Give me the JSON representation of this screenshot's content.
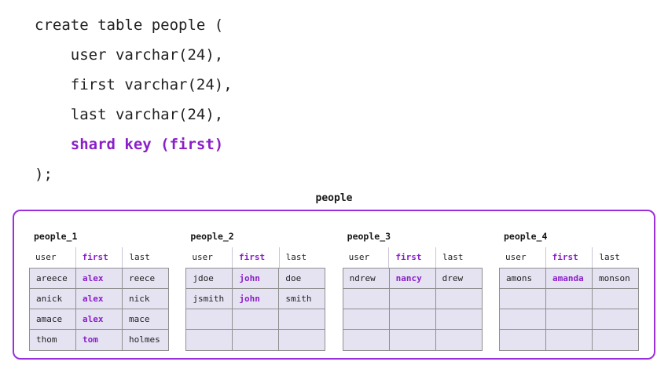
{
  "colors": {
    "accent": "#8a1fc8",
    "container_border": "#9b2fdc",
    "cell_fill": "#e5e3f2",
    "cell_border": "#8f8f8f",
    "header_divider": "#c9c6d8",
    "text": "#212121"
  },
  "code": {
    "lines": [
      {
        "text": "create table people (",
        "highlight": false
      },
      {
        "text": "    user varchar(24),",
        "highlight": false
      },
      {
        "text": "    first varchar(24),",
        "highlight": false
      },
      {
        "text": "    last varchar(24),",
        "highlight": false
      },
      {
        "text": "    shard key (first)",
        "highlight": true
      },
      {
        "text": ");",
        "highlight": false
      }
    ]
  },
  "diagram": {
    "title": "people",
    "column_headers": [
      "user",
      "first",
      "last"
    ],
    "highlight_column": 1,
    "shards": [
      {
        "name": "people_1",
        "rows": [
          [
            "areece",
            "alex",
            "reece"
          ],
          [
            "anick",
            "alex",
            "nick"
          ],
          [
            "amace",
            "alex",
            "mace"
          ],
          [
            "thom",
            "tom",
            "holmes"
          ]
        ]
      },
      {
        "name": "people_2",
        "rows": [
          [
            "jdoe",
            "john",
            "doe"
          ],
          [
            "jsmith",
            "john",
            "smith"
          ],
          [
            "",
            "",
            ""
          ],
          [
            "",
            "",
            ""
          ]
        ]
      },
      {
        "name": "people_3",
        "rows": [
          [
            "ndrew",
            "nancy",
            "drew"
          ],
          [
            "",
            "",
            ""
          ],
          [
            "",
            "",
            ""
          ],
          [
            "",
            "",
            ""
          ]
        ]
      },
      {
        "name": "people_4",
        "rows": [
          [
            "amons",
            "amanda",
            "monson"
          ],
          [
            "",
            "",
            ""
          ],
          [
            "",
            "",
            ""
          ],
          [
            "",
            "",
            ""
          ]
        ]
      }
    ]
  }
}
